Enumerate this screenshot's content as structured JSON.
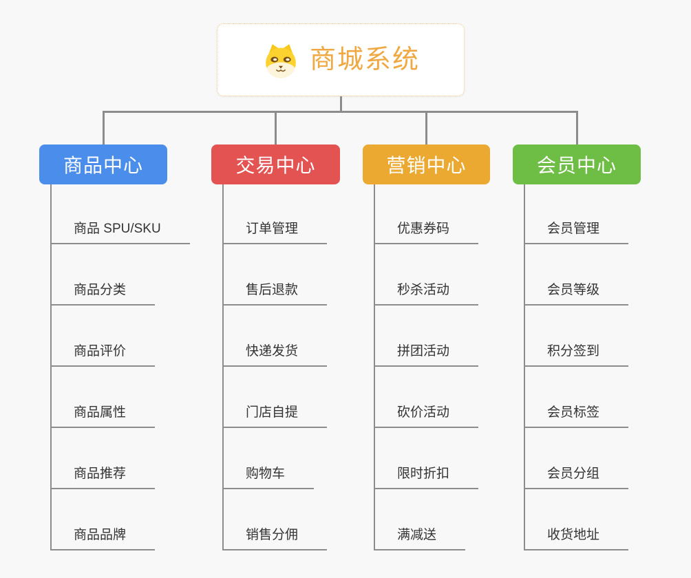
{
  "title": "商城系统",
  "colors": {
    "background": "#F8F8F8",
    "connector": "#8C8C8C",
    "child_text": "#333333",
    "root_text": "#F0A843",
    "root_border": "#F3C27E"
  },
  "root": {
    "label": "商城系统",
    "icon": "dog-face-icon"
  },
  "branches": [
    {
      "key": "product-center",
      "label": "商品中心",
      "color": "#4B8DEA",
      "children": [
        "商品 SPU/SKU",
        "商品分类",
        "商品评价",
        "商品属性",
        "商品推荐",
        "商品品牌"
      ]
    },
    {
      "key": "trade-center",
      "label": "交易中心",
      "color": "#E25352",
      "children": [
        "订单管理",
        "售后退款",
        "快递发货",
        "门店自提",
        "购物车",
        "销售分佣"
      ]
    },
    {
      "key": "marketing-center",
      "label": "营销中心",
      "color": "#EBA932",
      "children": [
        "优惠券码",
        "秒杀活动",
        "拼团活动",
        "砍价活动",
        "限时折扣",
        "满减送"
      ]
    },
    {
      "key": "member-center",
      "label": "会员中心",
      "color": "#6EBE45",
      "children": [
        "会员管理",
        "会员等级",
        "积分签到",
        "会员标签",
        "会员分组",
        "收货地址"
      ]
    }
  ]
}
